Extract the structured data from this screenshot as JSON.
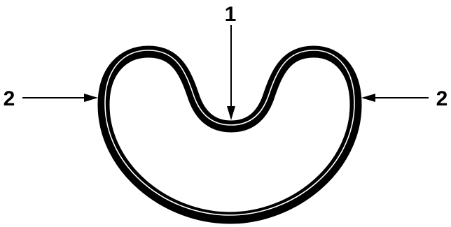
{
  "diagram": {
    "callouts": [
      {
        "id": "top",
        "label": "1"
      },
      {
        "id": "left",
        "label": "2"
      },
      {
        "id": "right",
        "label": "2"
      }
    ],
    "colors": {
      "stroke": "#000000",
      "highlight": "#ffffff",
      "background": "#ffffff"
    }
  }
}
